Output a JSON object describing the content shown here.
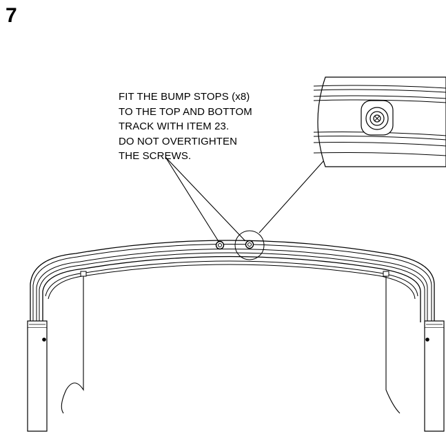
{
  "step": {
    "number": "7"
  },
  "instruction": {
    "lines": [
      "FIT THE BUMP STOPS (x8)",
      "TO THE TOP AND BOTTOM",
      "TRACK WITH ITEM 23.",
      "DO NOT OVERTIGHTEN",
      "THE SCREWS."
    ]
  },
  "parts": {
    "item_number": "23",
    "bump_stop_count": "x8"
  },
  "colors": {
    "line": "#000000",
    "background": "#ffffff",
    "shade": "#dcdcdc"
  }
}
